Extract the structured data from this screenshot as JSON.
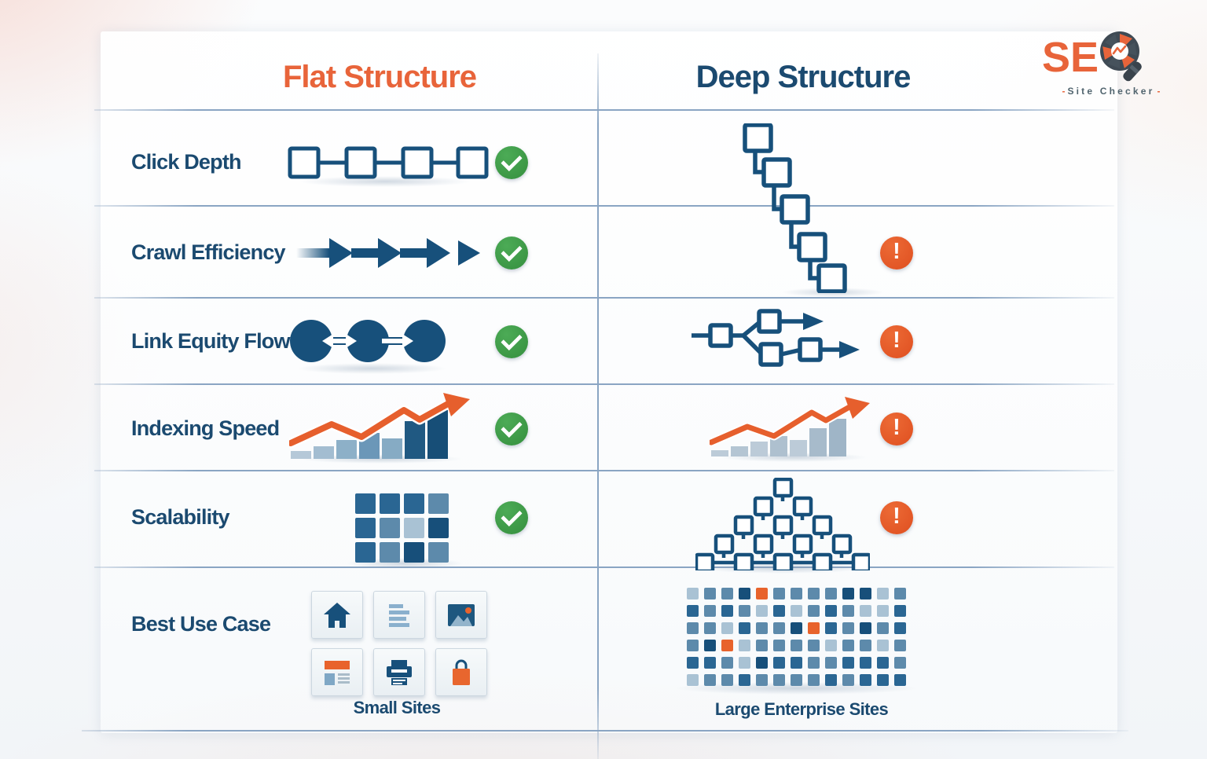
{
  "logo": {
    "text": "SE",
    "o_icon": "magnifier-aperture",
    "tagline": "Site Checker",
    "dash": "-"
  },
  "header": {
    "flat": "Flat Structure",
    "deep": "Deep Structure"
  },
  "rows": [
    {
      "label": "Click Depth",
      "flat_indicator": "check",
      "deep_indicator": ""
    },
    {
      "label": "Crawl Efficiency",
      "flat_indicator": "check",
      "deep_indicator": "alert"
    },
    {
      "label": "Link Equity Flow",
      "flat_indicator": "check",
      "deep_indicator": "alert"
    },
    {
      "label": "Indexing Speed",
      "flat_indicator": "check",
      "deep_indicator": "alert"
    },
    {
      "label": "Scalability",
      "flat_indicator": "check",
      "deep_indicator": "alert"
    },
    {
      "label": "Best Use Case",
      "flat_indicator": "",
      "deep_indicator": ""
    }
  ],
  "captions": {
    "flat": "Small Sites",
    "deep": "Large Enterprise Sites"
  },
  "glyphs": {
    "alert": "!"
  },
  "colors": {
    "accent_orange": "#e8643a",
    "navy": "#1b4a70",
    "icon_navy": "#17507b",
    "check_green": "#3b9b45",
    "alert_orange": "#e4561f",
    "line_blue": "#8aa5c3",
    "bar_light": "#bccbd8",
    "tile_border": "#ccd7e0"
  },
  "grids": {
    "scalability": {
      "cell": 26,
      "gap": 5,
      "palette": {
        "L": "#a9c2d4",
        "M": "#5d8aab",
        "D": "#2a6693",
        "N": "#174f7a",
        "O": "#e8632c"
      },
      "rows": [
        "DDDM",
        "DMLN",
        "DMNM"
      ]
    },
    "enterprise": {
      "cell": 15,
      "gap": 7,
      "palette": {
        "L": "#a9c2d4",
        "M": "#5d8aab",
        "D": "#2a6693",
        "N": "#174f7a",
        "O": "#e8632c"
      },
      "rows": [
        "LMMNOMMMMNNLM",
        "DMDMLDLMDMLLD",
        "MMLDMMNODMNMD",
        "MNOLMMMMLMMLM",
        "DDMLNDDMMDDDM",
        "LMMDMMMMDMDDD"
      ]
    }
  }
}
